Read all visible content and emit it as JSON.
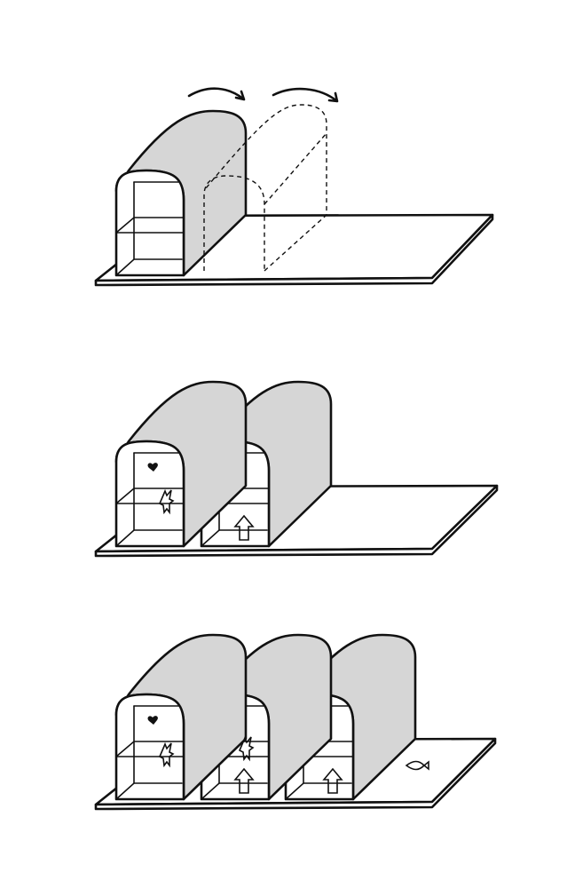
{
  "panels": [
    {
      "modules": 1,
      "ghost_modules": 1
    },
    {
      "modules": 2,
      "ghost_modules": 0
    },
    {
      "modules": 3,
      "ghost_modules": 0
    }
  ],
  "colors": {
    "ink": "#111111",
    "roof": "#d6d6d6",
    "background": "#ffffff"
  }
}
